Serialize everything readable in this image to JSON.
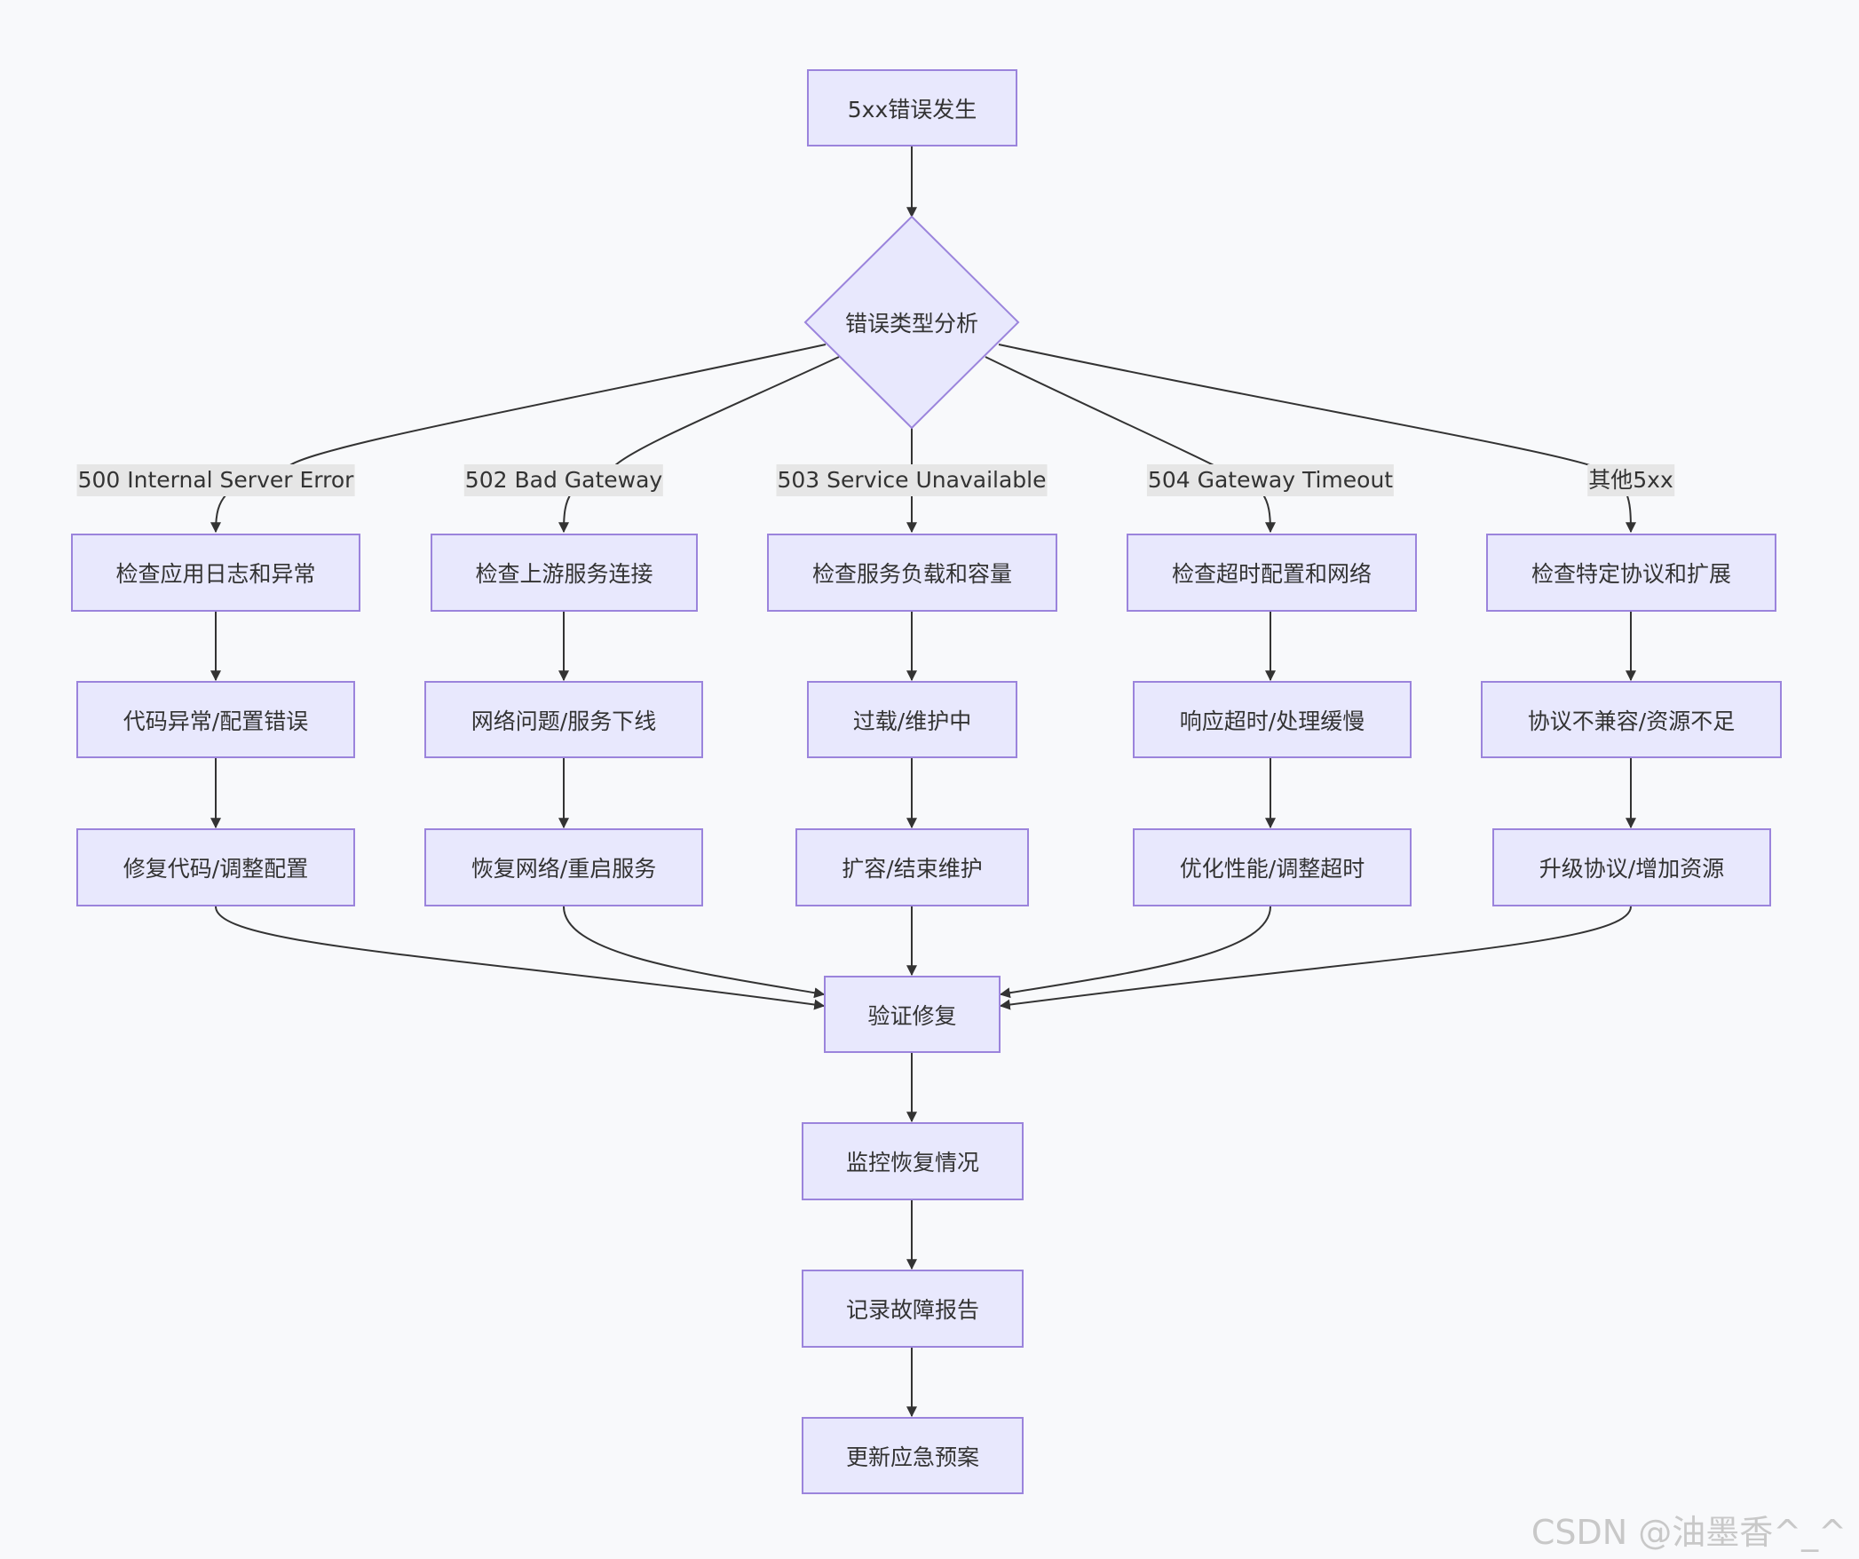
{
  "start": "5xx错误发生",
  "decision": "错误类型分析",
  "branches": [
    {
      "label": "500 Internal Server Error",
      "check": "检查应用日志和异常",
      "cause": "代码异常/配置错误",
      "fix": "修复代码/调整配置"
    },
    {
      "label": "502 Bad Gateway",
      "check": "检查上游服务连接",
      "cause": "网络问题/服务下线",
      "fix": "恢复网络/重启服务"
    },
    {
      "label": "503 Service Unavailable",
      "check": "检查服务负载和容量",
      "cause": "过载/维护中",
      "fix": "扩容/结束维护"
    },
    {
      "label": "504 Gateway Timeout",
      "check": "检查超时配置和网络",
      "cause": "响应超时/处理缓慢",
      "fix": "优化性能/调整超时"
    },
    {
      "label": "其他5xx",
      "check": "检查特定协议和扩展",
      "cause": "协议不兼容/资源不足",
      "fix": "升级协议/增加资源"
    }
  ],
  "verify": "验证修复",
  "monitor": "监控恢复情况",
  "report": "记录故障报告",
  "update": "更新应急预案",
  "watermark": "CSDN @油墨香^_^"
}
